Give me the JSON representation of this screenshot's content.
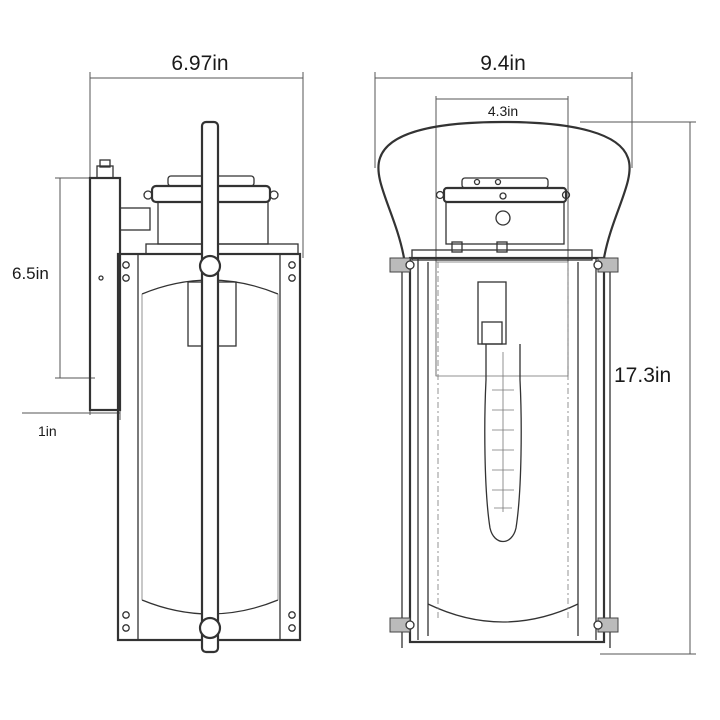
{
  "dimensions": {
    "side_width": "6.97in",
    "front_width": "9.4in",
    "top_width": "4.3in",
    "backplate_height": "6.5in",
    "backplate_depth": "1in",
    "overall_height": "17.3in"
  }
}
